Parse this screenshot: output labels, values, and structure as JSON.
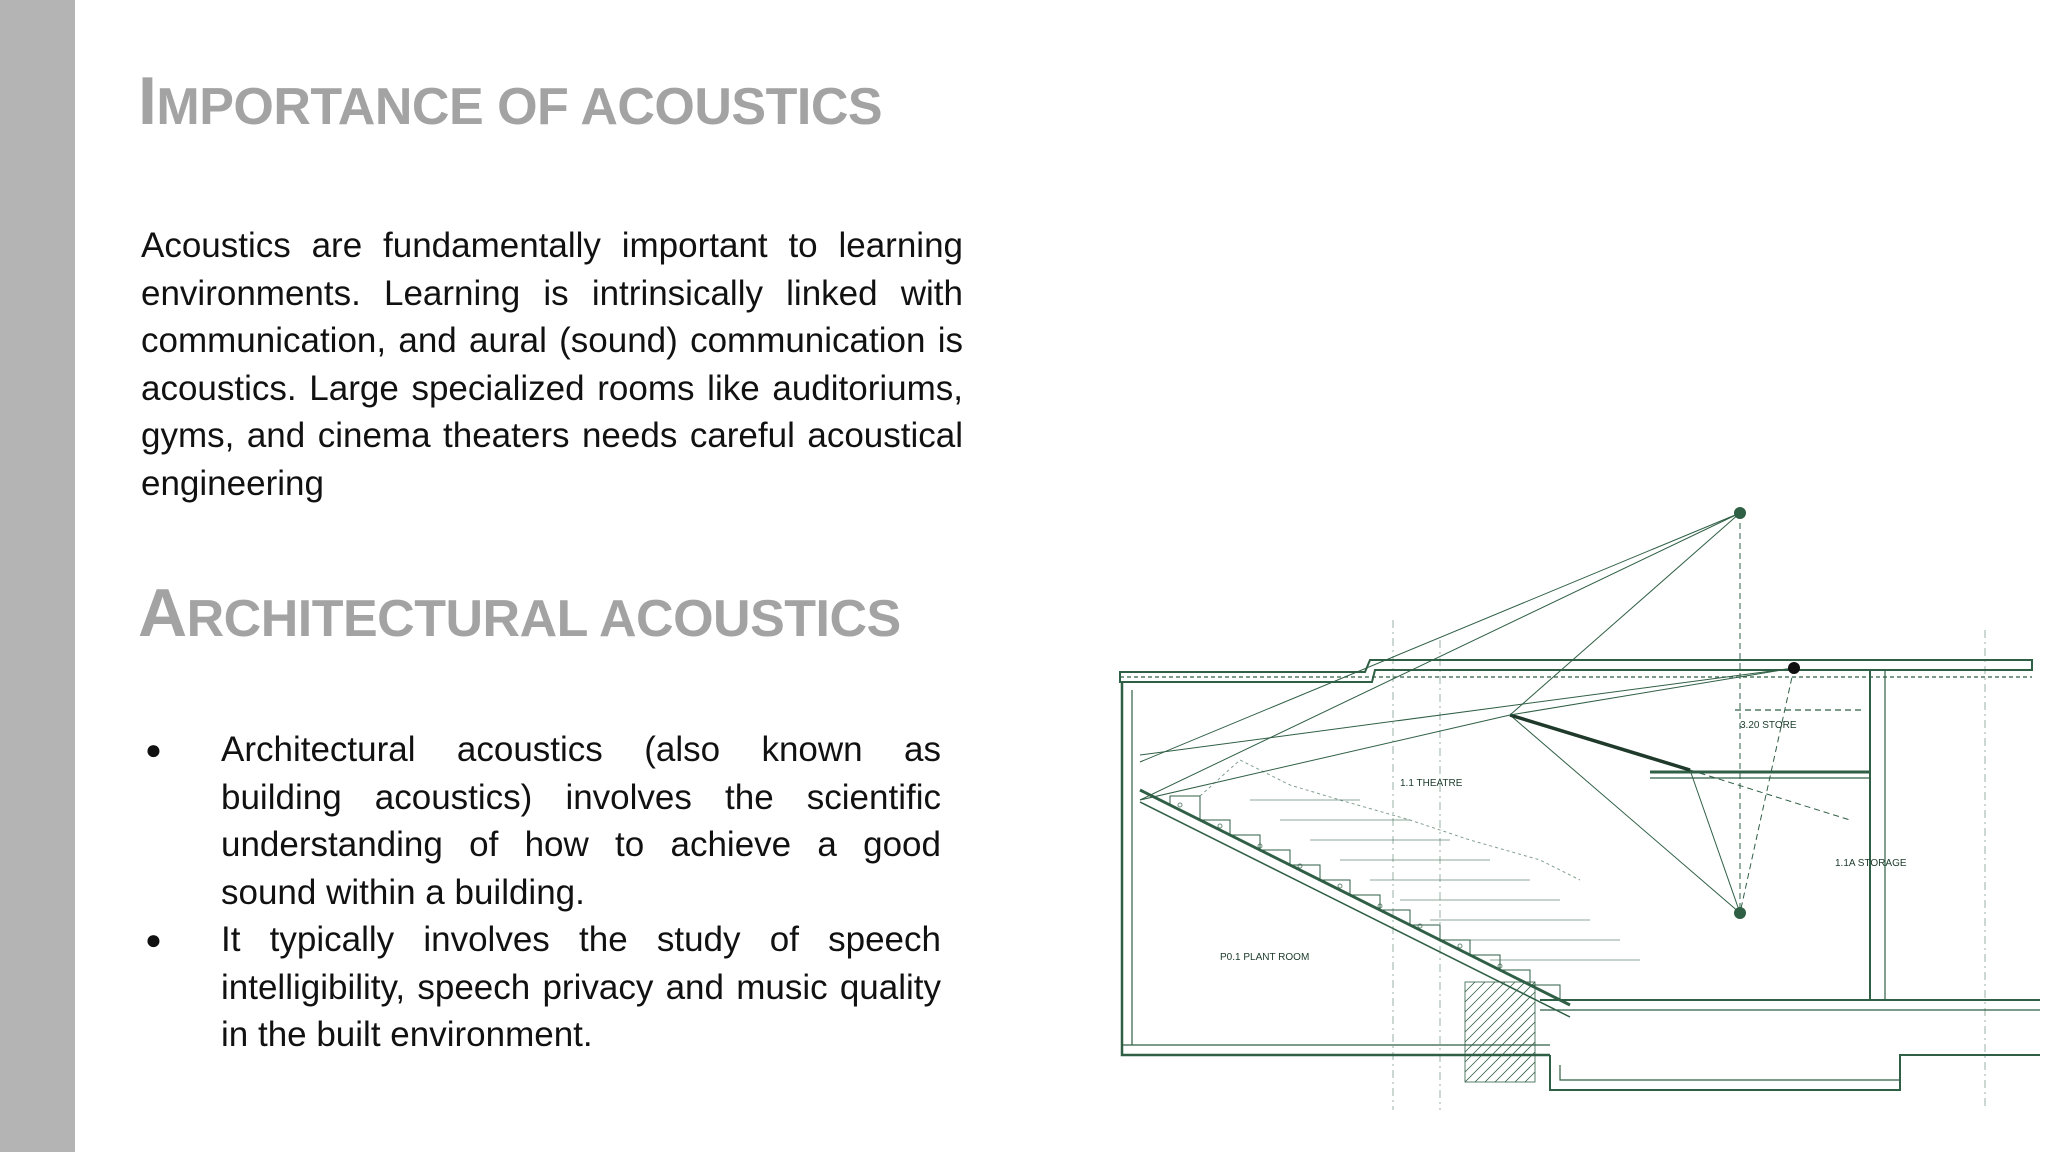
{
  "slide": {
    "heading1": "Importance of acoustics",
    "paragraph1": "Acoustics are fundamentally important to learning environments.  Learning is intrinsically linked with communication, and aural (sound) communication is acoustics. Large specialized rooms like  auditoriums, gyms, and cinema theaters needs careful acoustical  engineering",
    "heading2": "Architectural acoustics",
    "bullets": [
      "Architectural acoustics (also known as building acoustics) involves  the scientific understanding of how to achieve a good sound within a  building.",
      "It typically involves the study of speech intelligibility, speech  privacy and music quality in the built environment."
    ],
    "bullet_glyph": "●"
  },
  "figure": {
    "labels": {
      "theatre": "1.1 THEATRE",
      "plant_room": "P0.1 PLANT ROOM",
      "store": "3.20 STORE",
      "storage": "1.1A STORAGE"
    },
    "line_color": "#2f5f45"
  }
}
